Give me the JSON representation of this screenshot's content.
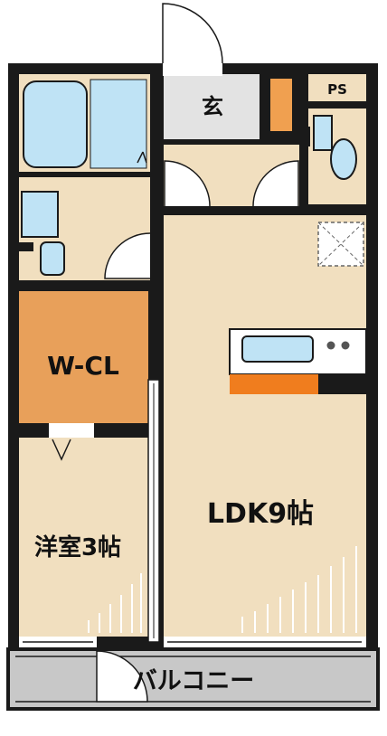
{
  "rooms": {
    "entrance": "玄",
    "pipe_space": "PS",
    "walk_in_closet": "W-CL",
    "living": "LDK9帖",
    "western_room": "洋室3帖",
    "balcony": "バルコニー"
  },
  "colors": {
    "wall": "#1a1a1a",
    "floor_wood": "#f1dfbf",
    "tile": "#e3e3e3",
    "closet": "#e8a05a",
    "fixture_blue": "#bfe3f5",
    "counter_orange": "#f07d1e",
    "balcony": "#c8c8c8"
  }
}
